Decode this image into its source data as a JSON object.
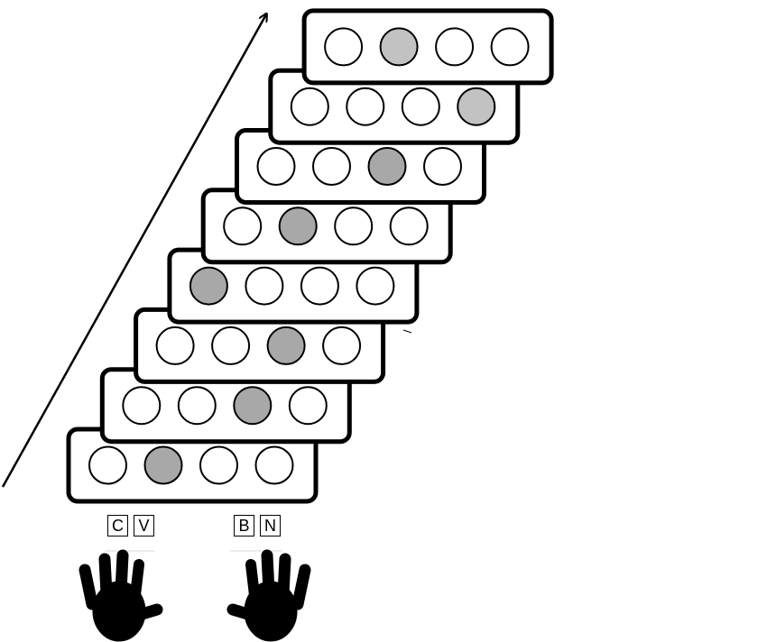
{
  "trials": [
    {
      "filled": 1,
      "shade": "#a8a8a8"
    },
    {
      "filled": 2,
      "shade": "#a8a8a8"
    },
    {
      "filled": 2,
      "shade": "#a8a8a8"
    },
    {
      "filled": 0,
      "shade": "#a8a8a8"
    },
    {
      "filled": 1,
      "shade": "#a8a8a8"
    },
    {
      "filled": 2,
      "shade": "#a8a8a8"
    },
    {
      "filled": 3,
      "shade": "#c2c2c2"
    },
    {
      "filled": 1,
      "shade": "#c2c2c2"
    }
  ],
  "circles_per_trial": 4,
  "keys": {
    "left_hand": [
      "C",
      "V"
    ],
    "right_hand": [
      "B",
      "N"
    ]
  },
  "icons": {
    "left_hand": "left-hand-icon",
    "right_hand": "right-hand-icon",
    "time_arrow": "diagonal-arrow-icon"
  },
  "colors": {
    "stroke": "#000000",
    "empty_circle": "#ffffff"
  }
}
